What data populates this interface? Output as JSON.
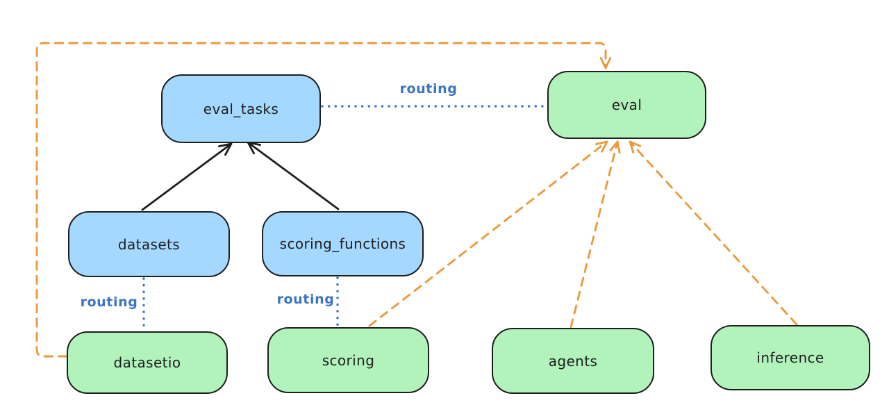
{
  "nodes": {
    "eval_tasks": {
      "label": "eval_tasks",
      "fill": "#a5d8ff"
    },
    "eval": {
      "label": "eval",
      "fill": "#b2f2bb"
    },
    "datasets": {
      "label": "datasets",
      "fill": "#a5d8ff"
    },
    "scoring_functions": {
      "label": "scoring_functions",
      "fill": "#a5d8ff"
    },
    "datasetio": {
      "label": "datasetio",
      "fill": "#b2f2bb"
    },
    "scoring": {
      "label": "scoring",
      "fill": "#b2f2bb"
    },
    "agents": {
      "label": "agents",
      "fill": "#b2f2bb"
    },
    "inference": {
      "label": "inference",
      "fill": "#b2f2bb"
    }
  },
  "edges": [
    {
      "from": "datasets",
      "to": "eval_tasks",
      "style": "solid",
      "color": "#1e1e1e",
      "label": ""
    },
    {
      "from": "scoring_functions",
      "to": "eval_tasks",
      "style": "solid",
      "color": "#1e1e1e",
      "label": ""
    },
    {
      "from": "eval_tasks",
      "to": "eval",
      "style": "dotted",
      "color": "#3b74c4",
      "label": "routing"
    },
    {
      "from": "datasets",
      "to": "datasetio",
      "style": "dotted",
      "color": "#3b74c4",
      "label": "routing"
    },
    {
      "from": "scoring_functions",
      "to": "scoring",
      "style": "dotted",
      "color": "#3b74c4",
      "label": "routing"
    },
    {
      "from": "datasetio",
      "to": "eval",
      "style": "dashed",
      "color": "#ea9a3e",
      "label": ""
    },
    {
      "from": "scoring",
      "to": "eval",
      "style": "dashed",
      "color": "#ea9a3e",
      "label": ""
    },
    {
      "from": "agents",
      "to": "eval",
      "style": "dashed",
      "color": "#ea9a3e",
      "label": ""
    },
    {
      "from": "inference",
      "to": "eval",
      "style": "dashed",
      "color": "#ea9a3e",
      "label": ""
    }
  ],
  "colors": {
    "background": "#ffffff",
    "node_stroke": "#1e1e1e",
    "blue_fill": "#a5d8ff",
    "green_fill": "#b2f2bb",
    "routing_blue": "#3b74c4",
    "orange_dash": "#ea9a3e"
  }
}
